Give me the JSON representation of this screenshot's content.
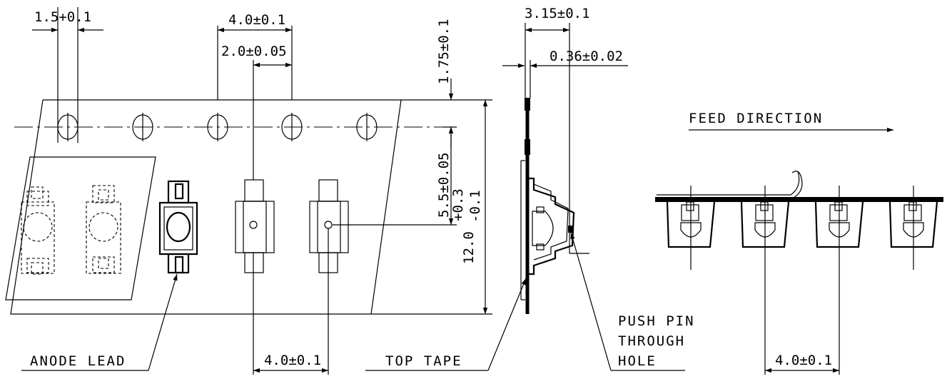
{
  "dimensions": {
    "sprocket_hole_diameter": "1.5+0.1",
    "sprocket_pitch": "4.0±0.1",
    "hole_to_pocket": "2.0±0.05",
    "edge_to_hole": "1.75±0.1",
    "hole_row_to_pocket": "5.5±0.05",
    "tape_width_nominal": "12.0",
    "tape_width_tol_plus": "+0.3",
    "tape_width_tol_minus": "-0.1",
    "pocket_pitch_bottom": "4.0±0.1",
    "carrier_depth": "3.15±0.1",
    "tape_thickness": "0.36±0.02",
    "reel_pitch": "4.0±0.1"
  },
  "labels": {
    "anode_lead": "ANODE LEAD",
    "top_tape": "TOP TAPE",
    "push_pin_line1": "PUSH PIN",
    "push_pin_line2": "THROUGH",
    "push_pin_line3": "HOLE",
    "feed_direction": "FEED DIRECTION"
  }
}
